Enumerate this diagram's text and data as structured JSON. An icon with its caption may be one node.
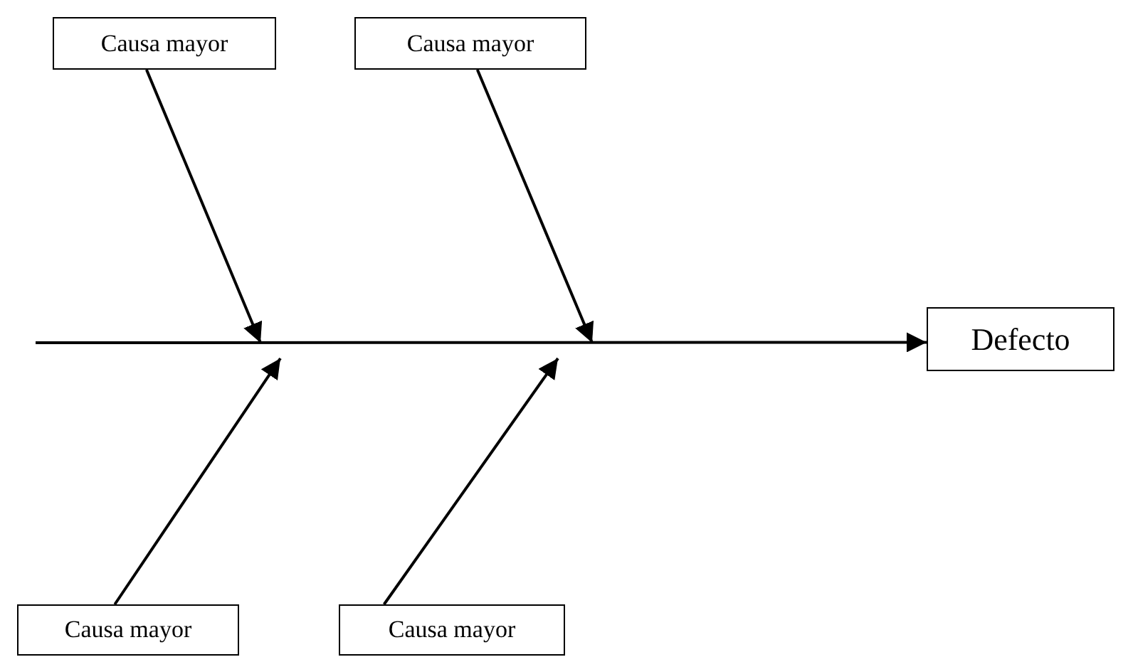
{
  "diagram": {
    "nodes": [
      {
        "text": [
          "Causa mayor"
        ]
      },
      {
        "text": [
          "Causa mayor"
        ]
      },
      {
        "text": [
          "Defecto"
        ]
      },
      {
        "text": [
          "Causa mayor"
        ]
      },
      {
        "text": [
          "Causa mayor"
        ]
      }
    ],
    "edges": [
      {
        "from": null,
        "to": 2,
        "arrow": "to"
      },
      {
        "from": 0,
        "to": null,
        "arrow": "to"
      },
      {
        "from": 1,
        "to": null,
        "arrow": "to"
      },
      {
        "from": 3,
        "to": null,
        "arrow": "to"
      },
      {
        "from": 4,
        "to": null,
        "arrow": "to"
      }
    ]
  }
}
